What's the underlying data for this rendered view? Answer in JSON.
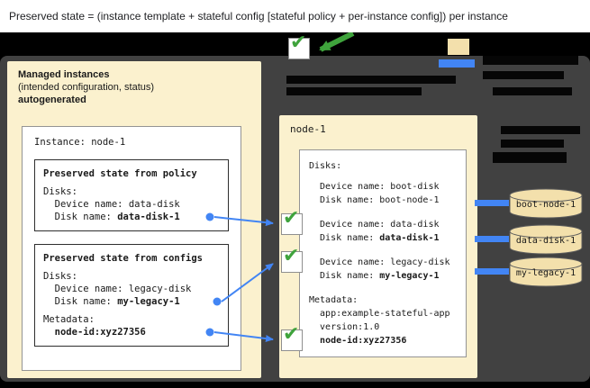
{
  "banner": {
    "text": "Preserved state = (instance template + stateful config [stateful policy + per-instance config]) per instance"
  },
  "icons": {
    "check": "✔"
  },
  "colors": {
    "accent_blue": "#4285F4",
    "check_green": "#3FA33C",
    "panel_cream": "#FBF1CE",
    "disk_tan": "#F3E0AC",
    "backdrop_gray": "#414141"
  },
  "left_panel": {
    "heading": "Managed instances",
    "subheading": "(intended configuration, status)",
    "note": "autogenerated",
    "card": {
      "title": "Instance: node-1",
      "policy_box": {
        "header": "Preserved state from policy",
        "disks_label": "Disks:",
        "device_line": "  Device name: data-disk",
        "disk_prefix": "  Disk name: ",
        "disk_value": "data-disk-1"
      },
      "configs_box": {
        "header": "Preserved state from configs",
        "disks_label": "Disks:",
        "device_line": "  Device name: legacy-disk",
        "disk_prefix": "  Disk name: ",
        "disk_value": "my-legacy-1",
        "metadata_label": "Metadata:",
        "metadata_prefix": "  ",
        "metadata_value": "node-id:xyz27356"
      }
    }
  },
  "right_panel": {
    "title": "node-1",
    "card": {
      "disks_label": "Disks:",
      "boot": {
        "device": "  Device name: boot-disk",
        "disk": "  Disk name: boot-node-1"
      },
      "data": {
        "device": "  Device name: data-disk",
        "disk_prefix": "  Disk name: ",
        "disk_value": "data-disk-1"
      },
      "legacy": {
        "device": "  Device name: legacy-disk",
        "disk_prefix": "  Disk name: ",
        "disk_value": "my-legacy-1"
      },
      "metadata": {
        "label": "Metadata:",
        "app": "  app:example-stateful-app",
        "version": "  version:1.0",
        "node_prefix": "  ",
        "node_value": "node-id:xyz27356"
      }
    }
  },
  "disks": [
    {
      "label": "boot-node-1"
    },
    {
      "label": "data-disk-1"
    },
    {
      "label": "my-legacy-1"
    }
  ]
}
